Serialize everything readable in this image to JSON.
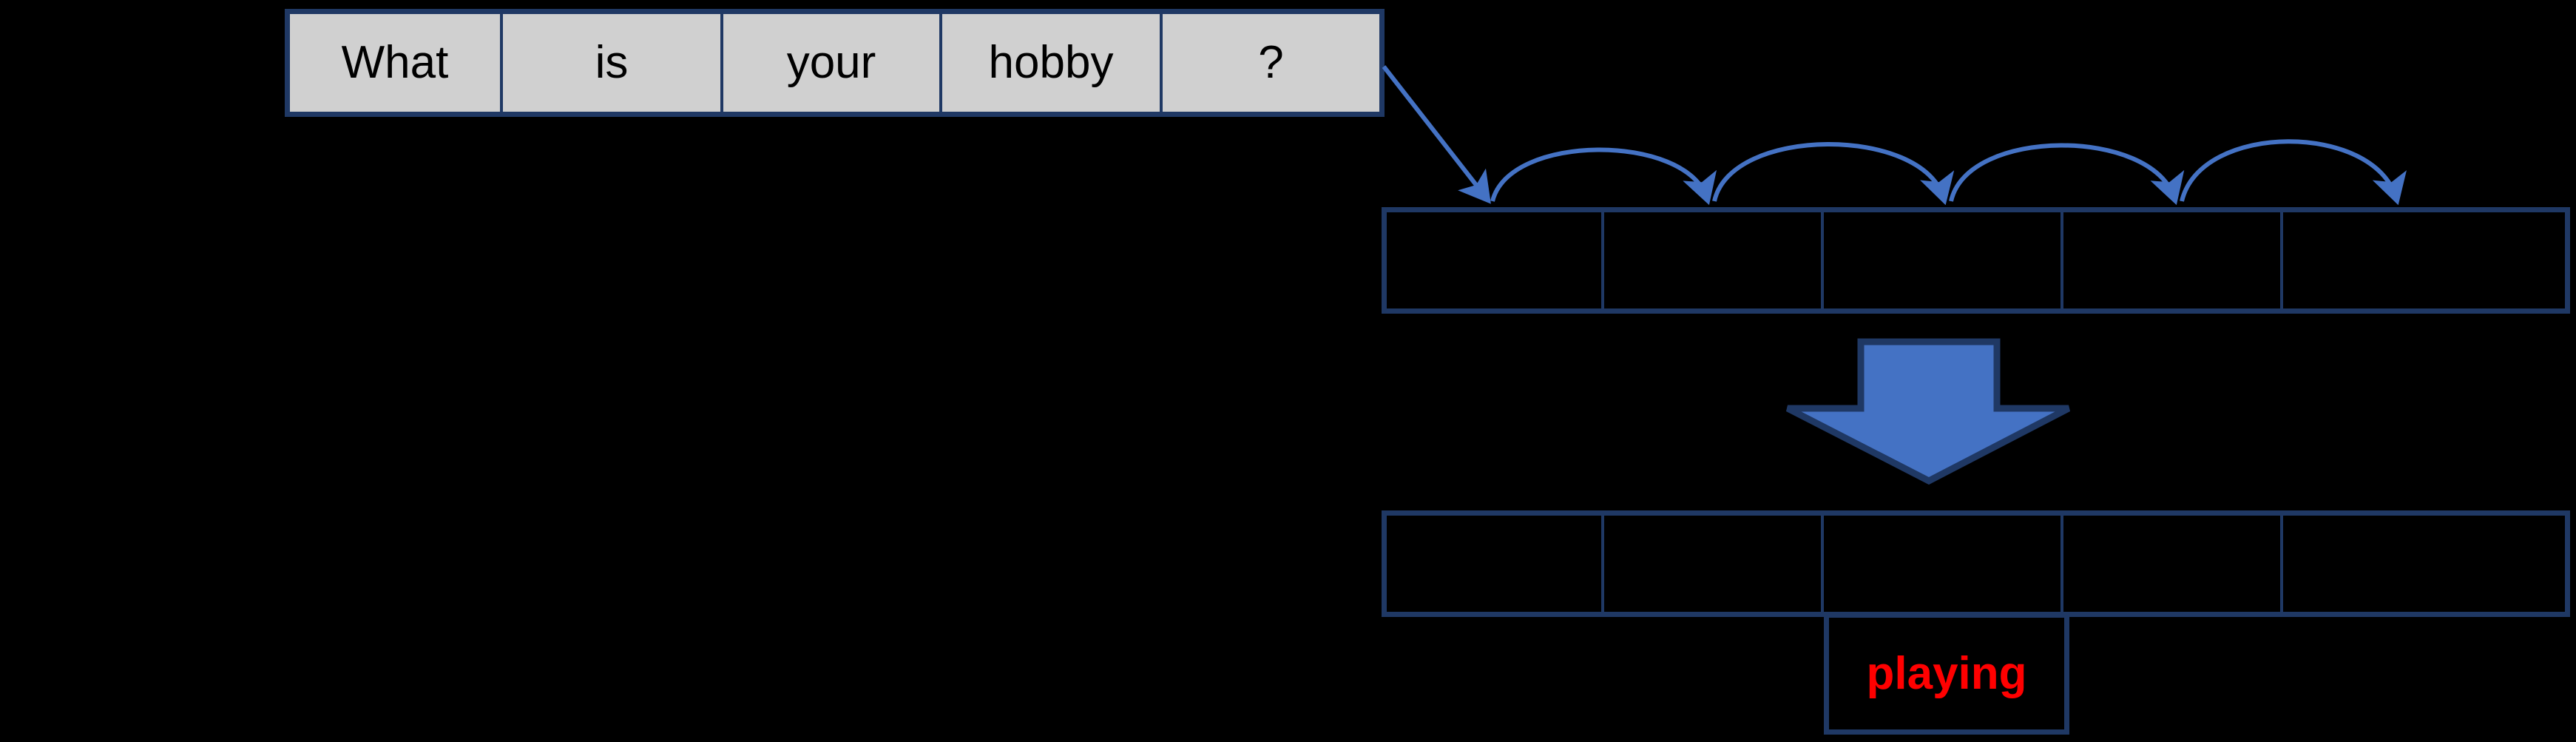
{
  "diagram": {
    "title": "seq2seq-attention-decoding-step",
    "background_color": "#000000",
    "accent_blue": "#4472C4",
    "border_navy": "#1F3864",
    "cell_fill_gray": "#D0D0D0",
    "output_token_color": "#FF0000"
  },
  "source_table": {
    "name": "input-sentence-tokens",
    "cells": [
      {
        "label": "What"
      },
      {
        "label": "is"
      },
      {
        "label": "your"
      },
      {
        "label": "hobby"
      },
      {
        "label": "?"
      }
    ]
  },
  "encoder_table": {
    "name": "encoder-hidden-states",
    "cells": [
      {
        "label": ""
      },
      {
        "label": ""
      },
      {
        "label": ""
      },
      {
        "label": ""
      },
      {
        "label": ""
      }
    ]
  },
  "decoder_table": {
    "name": "decoder-hidden-states",
    "cells": [
      {
        "label": ""
      },
      {
        "label": ""
      },
      {
        "label": ""
      },
      {
        "label": ""
      },
      {
        "label": ""
      }
    ]
  },
  "output_cell": {
    "name": "predicted-token",
    "label": "playing",
    "under_column_index": 3
  },
  "connectors": {
    "entry_arrow": {
      "name": "input-to-encoder-arrow",
      "kind": "straight-arrow"
    },
    "recurrent_arcs": [
      {
        "name": "encoder-step-arc-1",
        "kind": "curved-arrow"
      },
      {
        "name": "encoder-step-arc-2",
        "kind": "curved-arrow"
      },
      {
        "name": "encoder-step-arc-3",
        "kind": "curved-arrow"
      },
      {
        "name": "encoder-step-arc-4",
        "kind": "curved-arrow"
      }
    ],
    "block_arrow": {
      "name": "encoder-to-decoder-arrow",
      "kind": "block-down-arrow"
    }
  }
}
